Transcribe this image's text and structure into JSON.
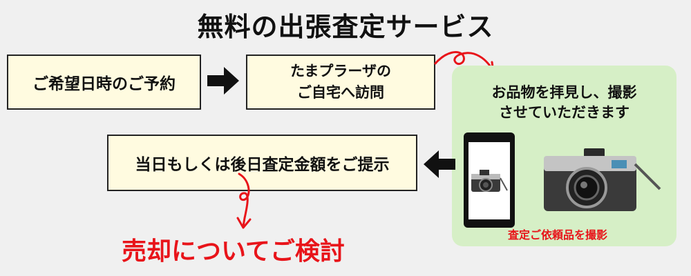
{
  "title": "無料の出張査定サービス",
  "steps": {
    "reservation": "ご希望日時のご予約",
    "visit": "たまプラーザの\nご自宅へ訪問",
    "inspect": "お品物を拝見し、撮影\nさせていただきます",
    "present": "当日もしくは後日査定金額をご提示"
  },
  "photo_caption": "査定ご依頼品を撮影",
  "result": "売却についてご検討",
  "colors": {
    "background": "#f0f0f0",
    "box_fill": "#fffbe0",
    "panel_green": "#d6efc6",
    "accent_red": "#e8141a"
  },
  "icons": [
    "arrow-right-icon",
    "arrow-left-icon",
    "curved-arrow-icon",
    "smartphone-icon",
    "camera-icon"
  ]
}
